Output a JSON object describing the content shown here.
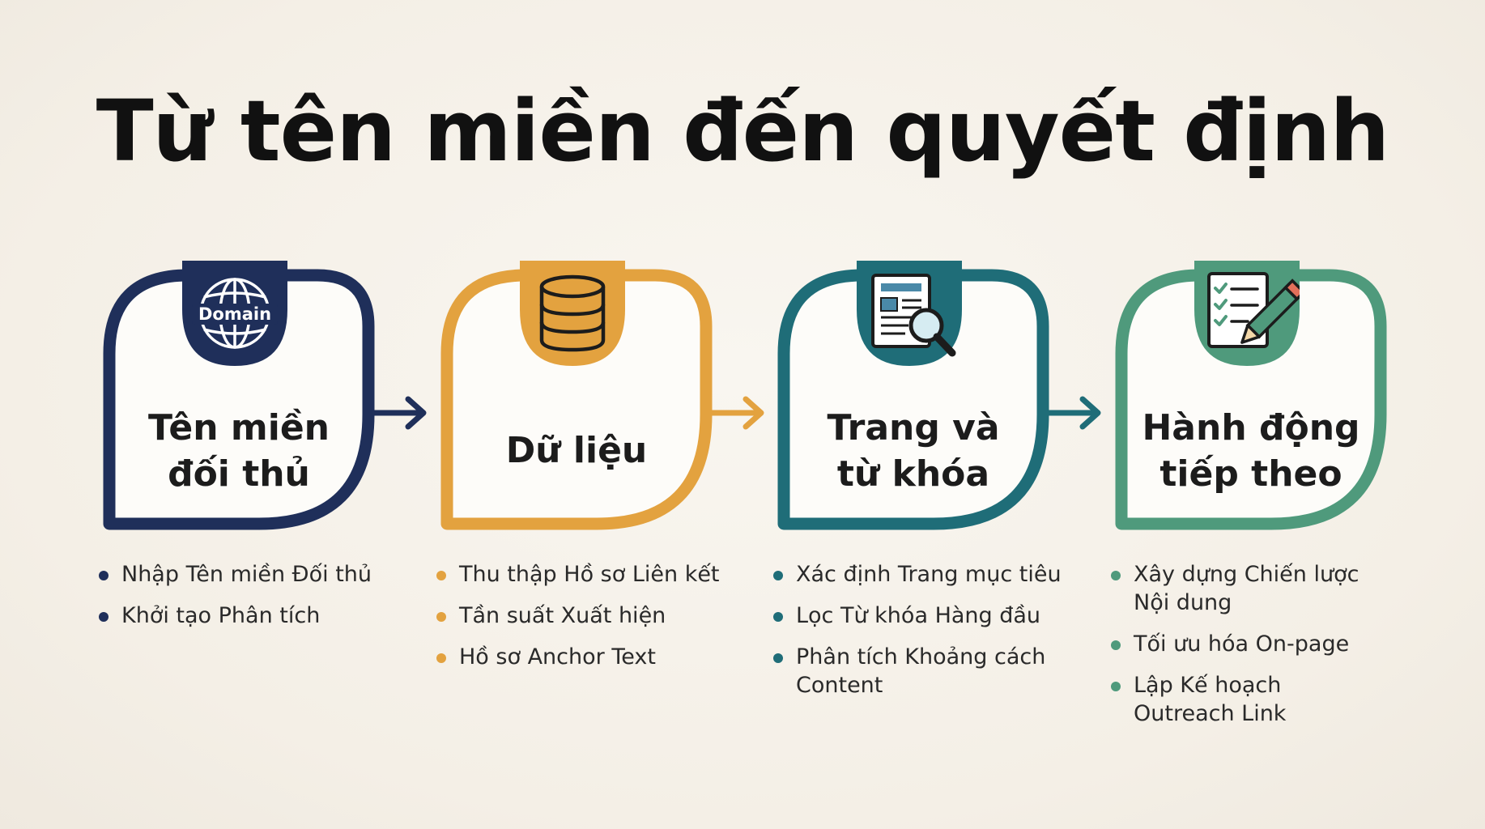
{
  "title": "Từ tên miền đến quyết định",
  "colors": {
    "navy": "#1f2f5a",
    "amber": "#e3a23f",
    "teal": "#1f6d78",
    "green": "#4f9a7c",
    "background": "#f6f2ea"
  },
  "steps": [
    {
      "label": "Tên miền\nđối thủ",
      "icon": "domain-globe-icon",
      "icon_text": "Domain",
      "bullets": [
        "Nhập Tên miền Đối thủ",
        "Khởi tạo Phân tích"
      ]
    },
    {
      "label": "Dữ liệu",
      "icon": "database-icon",
      "bullets": [
        "Thu thập Hồ sơ Liên kết",
        "Tần suất Xuất hiện",
        "Hồ sơ Anchor Text"
      ]
    },
    {
      "label": "Trang và\ntừ khóa",
      "icon": "document-search-icon",
      "bullets": [
        "Xác định Trang mục tiêu",
        "Lọc Từ khóa Hàng đầu",
        "Phân tích Khoảng cách Content"
      ]
    },
    {
      "label": "Hành động\ntiếp theo",
      "icon": "checklist-pencil-icon",
      "bullets": [
        "Xây dựng Chiến lược Nội dung",
        "Tối ưu hóa On-page",
        "Lập Kế hoạch Outreach Link"
      ]
    }
  ]
}
